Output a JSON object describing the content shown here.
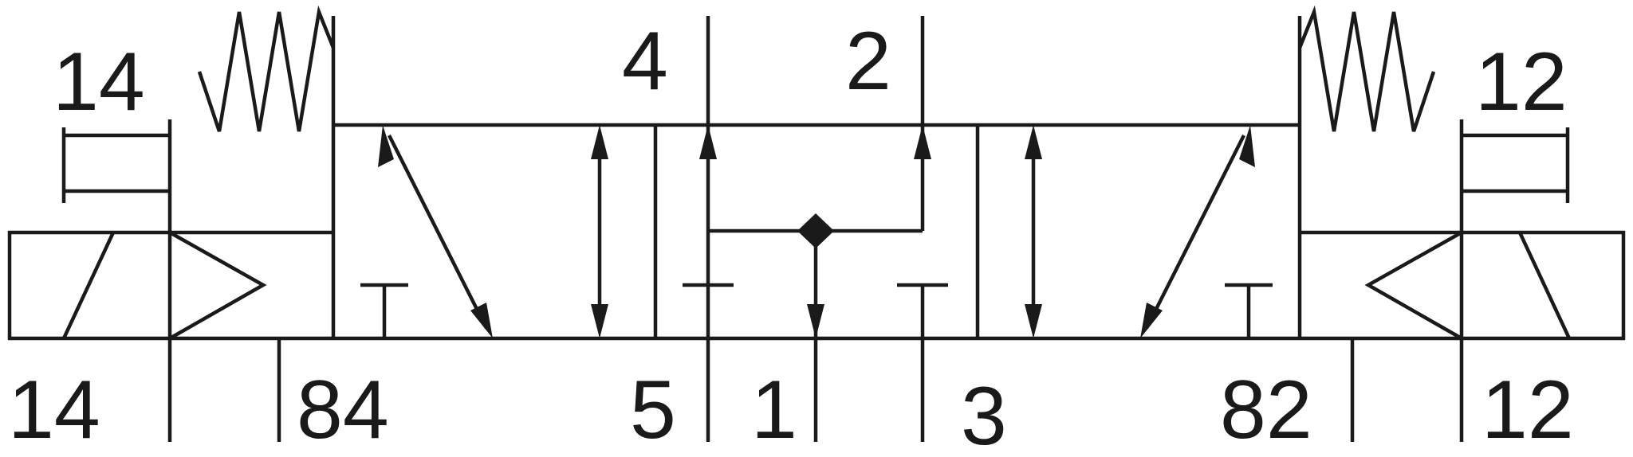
{
  "diagram": {
    "colors": {
      "line": "#1a1a1a",
      "background": "#ffffff"
    },
    "labels": {
      "pilot_left_top": "14",
      "pilot_right_top": "12",
      "port_4": "4",
      "port_2": "2",
      "pilot_left_bottom": "14",
      "pilot_exhaust_left": "84",
      "port_5": "5",
      "port_1": "1",
      "port_3": "3",
      "pilot_exhaust_right": "82",
      "pilot_right_bottom": "12"
    }
  }
}
